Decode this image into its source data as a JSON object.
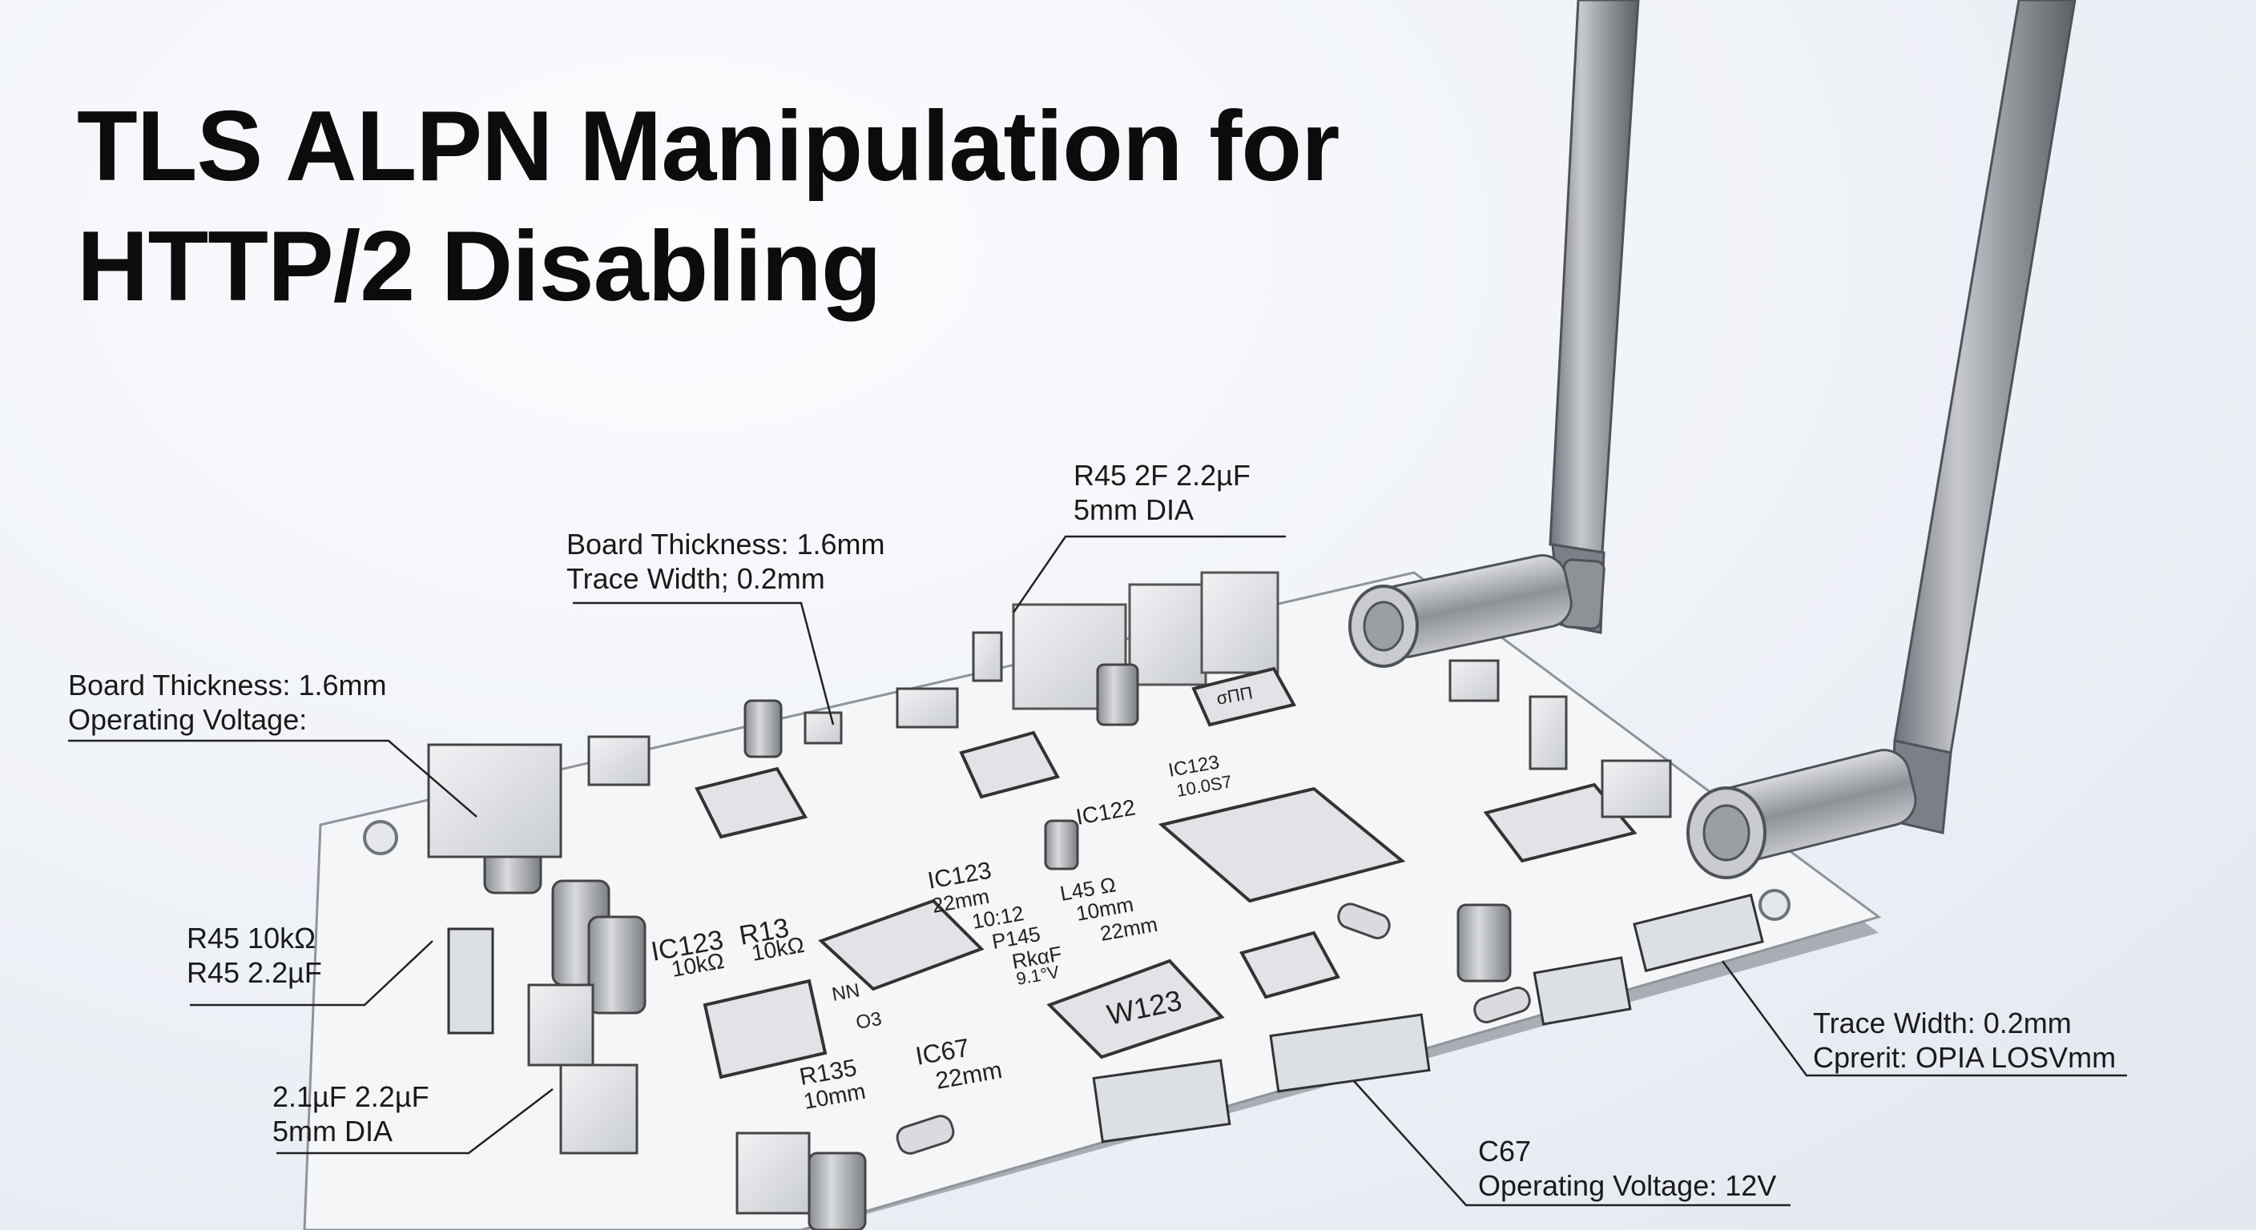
{
  "title": {
    "line1": "TLS ALPN Manipulation for",
    "line2": "HTTP/2 Disabling"
  },
  "callouts": {
    "top_center": {
      "line1": "R45 2F 2.2µF",
      "line2": "5mm DIA"
    },
    "mid_center": {
      "line1": "Board Thickness: 1.6mm",
      "line2": "Trace Width; 0.2mm"
    },
    "left_upper": {
      "line1": "Board Thickness: 1.6mm",
      "line2": "Operating Voltage:"
    },
    "left_middle": {
      "line1": "R45 10kΩ",
      "line2": "R45  2.2µF"
    },
    "left_lower": {
      "line1": "2.1µF 2.2µF",
      "line2": "5mm DIA"
    },
    "right_lower": {
      "line1": "Trace Width: 0.2mm",
      "line2": "Cprerit: OPIA LOSVmm"
    },
    "bottom_center": {
      "line1": "C67",
      "line2": "Operating Voltage: 12V"
    }
  },
  "board_labels": {
    "ic123_a": "IC123",
    "r13": "R13",
    "tenk_a": "10kΩ",
    "tenk_b": "10kΩ",
    "ic123_b": "IC123",
    "twentytwo_a": "22mm",
    "tenonetwo": "10:12",
    "p145": "P145",
    "rkof": "RkαF",
    "ic122": "IC122",
    "l45": "L45 Ω",
    "tenmm": "10mm",
    "twentytwo_b": "22mm",
    "ic123_c": "IC123",
    "ic123_c2": "10.0S7",
    "w123": "W123",
    "ic67": "IC67",
    "twentytwo_c": "22mm",
    "r135": "R135",
    "tenmm_b": "10mm",
    "nn": "NN",
    "o3": "O3",
    "chip_small": "σΠΠ",
    "small_v": "9.1°V"
  },
  "colors": {
    "board": "#f4f5f7",
    "board_edge": "#b9bdc4",
    "chip": "#e6e8eb",
    "antenna": "#8d9096",
    "line": "#222222"
  },
  "icons": [
    "antenna-icon",
    "sma-connector-icon",
    "capacitor-icon",
    "resistor-icon",
    "chip-icon",
    "pin-header-icon",
    "mounting-hole-icon"
  ]
}
